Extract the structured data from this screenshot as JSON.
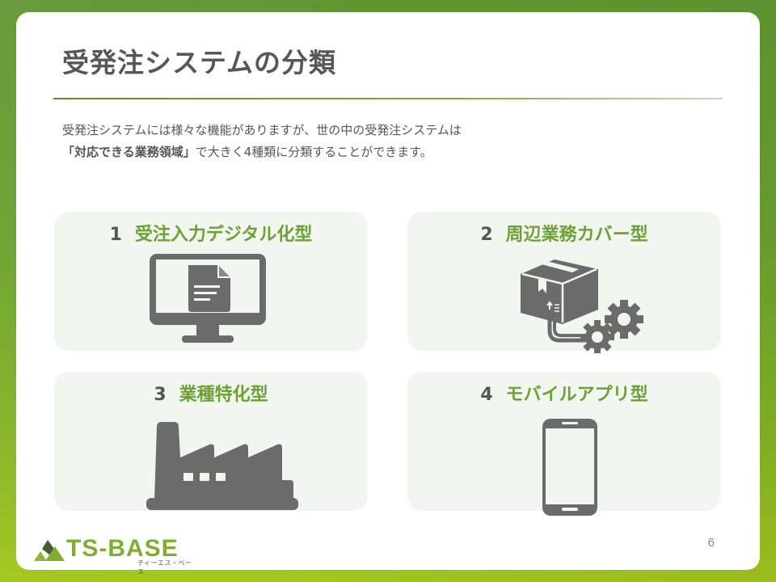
{
  "slide": {
    "title": "受発注システムの分類",
    "lead": {
      "line1": "受発注システムには様々な機能がありますが、世の中の受発注システムは",
      "line2_emphasis": "「対応できる業務領域」",
      "line2_rest": "で大きく4種類に分類することができます。"
    },
    "cards": [
      {
        "number": "1",
        "label": "受注入力デジタル化型",
        "icon": "monitor-document-icon"
      },
      {
        "number": "2",
        "label": "周辺業務カバー型",
        "icon": "package-gears-icon"
      },
      {
        "number": "3",
        "label": "業種特化型",
        "icon": "factory-icon"
      },
      {
        "number": "4",
        "label": "モバイルアプリ型",
        "icon": "smartphone-icon"
      }
    ],
    "page_number": "6"
  },
  "logo": {
    "name": "TS-BASE",
    "reading": "ティーエス・ベース"
  },
  "colors": {
    "accent_green": "#6aa234",
    "text_gray": "#575757",
    "icon_gray": "#6b6b6b",
    "card_bg": "#f3f5f1"
  }
}
